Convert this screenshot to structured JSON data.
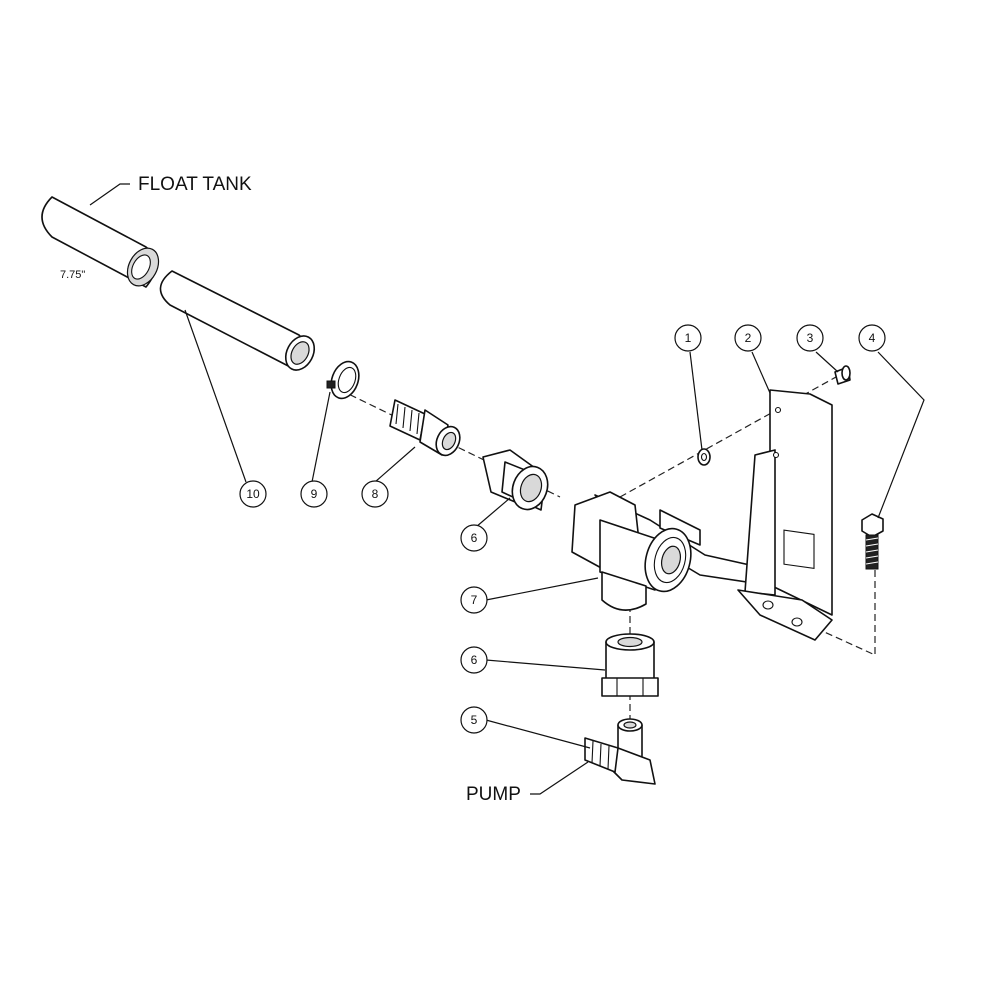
{
  "labels": {
    "float_tank": "FLOAT TANK",
    "pump": "PUMP",
    "dimension": "7.75\""
  },
  "callouts": {
    "c1": "1",
    "c2": "2",
    "c3": "3",
    "c4": "4",
    "c5": "5",
    "c6_upper": "6",
    "c6_lower": "6",
    "c7": "7",
    "c8": "8",
    "c9": "9",
    "c10": "10"
  }
}
